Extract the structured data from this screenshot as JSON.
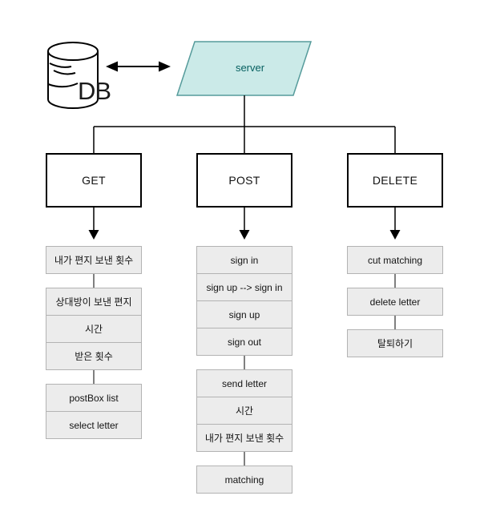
{
  "db": {
    "label": "DB"
  },
  "server": {
    "label": "server"
  },
  "colors": {
    "server_fill": "#cbeae8",
    "server_border": "#569b9b",
    "server_text": "#066060",
    "node_fill": "#ececec",
    "node_border": "#b3b3b3",
    "line": "#000000"
  },
  "columns": [
    {
      "method": "GET",
      "groups": [
        {
          "rows": [
            "내가 편지 보낸 횟수"
          ]
        },
        {
          "rows": [
            "상대방이 보낸 편지",
            "시간",
            "받은 횟수"
          ]
        },
        {
          "rows": [
            "postBox list",
            "select letter"
          ]
        }
      ]
    },
    {
      "method": "POST",
      "groups": [
        {
          "rows": [
            "sign in",
            "sign up --> sign in",
            "sign up",
            "sign out"
          ]
        },
        {
          "rows": [
            "send letter",
            "시간",
            "내가 편지 보낸 횟수"
          ]
        },
        {
          "rows": [
            "matching"
          ]
        }
      ]
    },
    {
      "method": "DELETE",
      "groups": [
        {
          "rows": [
            "cut matching"
          ]
        },
        {
          "rows": [
            "delete letter"
          ]
        },
        {
          "rows": [
            "탈퇴하기"
          ]
        }
      ]
    }
  ]
}
